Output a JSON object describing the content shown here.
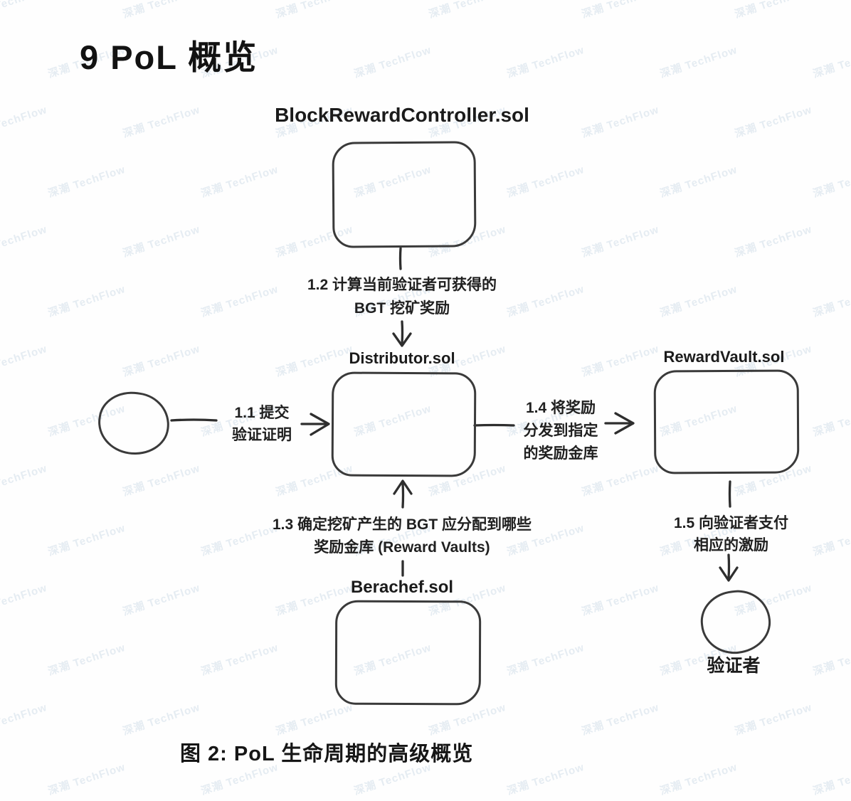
{
  "page": {
    "title": "9 PoL 概览",
    "caption": "图 2: PoL 生命周期的高级概览",
    "watermark_text": "深潮 TechFlow"
  },
  "diagram": {
    "nodes": {
      "block_reward_controller": {
        "label": "BlockRewardController.sol"
      },
      "distributor": {
        "label": "Distributor.sol"
      },
      "reward_vault": {
        "label": "RewardVault.sol"
      },
      "berachef": {
        "label": "Berachef.sol"
      },
      "validator_source": {
        "label": ""
      },
      "validator_recipient": {
        "label": "验证者"
      }
    },
    "steps": {
      "step_1_1": {
        "lines": [
          "1.1 提交",
          "验证证明"
        ]
      },
      "step_1_2": {
        "lines": [
          "1.2 计算当前验证者可获得的",
          "BGT 挖矿奖励"
        ]
      },
      "step_1_3": {
        "lines": [
          "1.3 确定挖矿产生的 BGT 应分配到哪些",
          "奖励金库 (Reward Vaults)"
        ]
      },
      "step_1_4": {
        "lines": [
          "1.4 将奖励",
          "分发到指定",
          "的奖励金库"
        ]
      },
      "step_1_5": {
        "lines": [
          "1.5 向验证者支付",
          "相应的激励"
        ]
      }
    },
    "colors": {
      "ink": "#2e2e2e",
      "background": "#fefefe",
      "watermark": "#adc2d6"
    }
  }
}
